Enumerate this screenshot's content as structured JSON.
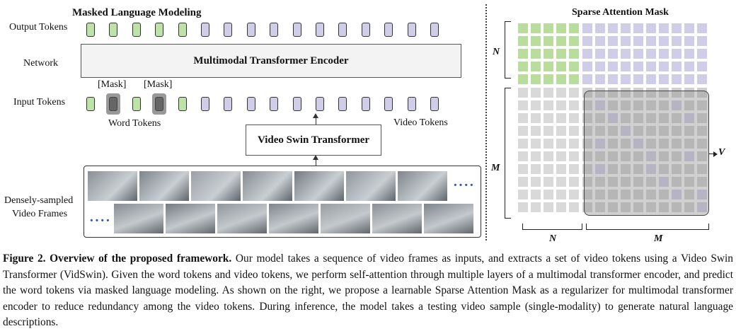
{
  "left": {
    "title": "Masked Language Modeling",
    "row_labels": {
      "output": "Output Tokens",
      "network": "Network",
      "input": "Input Tokens",
      "frames_line1": "Densely-sampled",
      "frames_line2": "Video Frames"
    },
    "encoder_label": "Multimodal Transformer Encoder",
    "vidswin_label": "Video Swin Transformer",
    "mask_label": "[Mask]",
    "word_tokens_label": "Word Tokens",
    "video_tokens_label": "Video Tokens",
    "colors": {
      "word": "#bfe3a6",
      "video": "#cfcde8",
      "mask": "#666666"
    }
  },
  "right": {
    "title": "Sparse Attention Mask",
    "label_N": "N",
    "label_M": "M",
    "label_V": "V",
    "grid": {
      "rows": 15,
      "cols": 15,
      "n": 5
    },
    "colors": {
      "green": "#b9dd9c",
      "purple": "#cfcde8",
      "gray": "#d9d9d9",
      "mask_overlay": "#b0b0b0"
    }
  },
  "caption": {
    "bold": "Figure 2. Overview of the proposed framework.",
    "text": " Our model takes a sequence of video frames as inputs, and extracts a set of video tokens using a Video Swin Transformer (VidSwin). Given the word tokens and video tokens, we perform self-attention through multiple layers of a multimodal transformer encoder, and predict the word tokens via masked language modeling. As shown on the right, we propose a learnable Sparse Attention Mask as a regularizer for multimodal transformer encoder to reduce redundancy among the video tokens. During inference, the model takes a testing video sample (single-modality) to generate natural language descriptions."
  }
}
